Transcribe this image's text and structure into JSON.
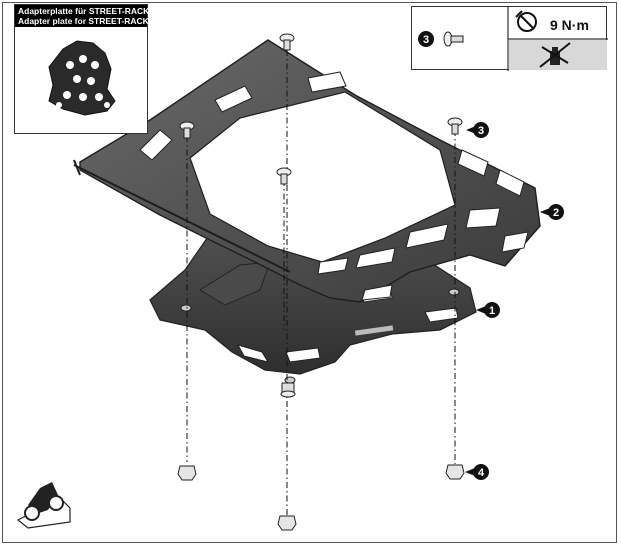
{
  "inset": {
    "title_de": "Adapterplatte für STREET-RACK",
    "title_en": "Adapter plate for STREET-RACK"
  },
  "torque_box": {
    "screw_ref": "3",
    "value": "9 N·m"
  },
  "callouts": {
    "c1": "1",
    "c2": "2",
    "c3": "3",
    "c4": "4"
  }
}
